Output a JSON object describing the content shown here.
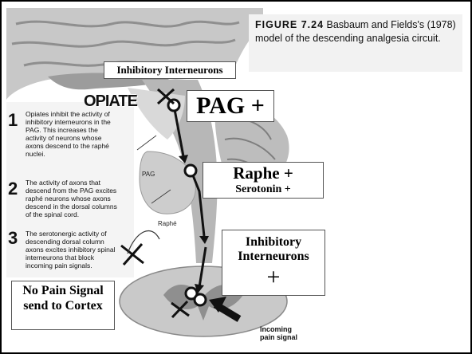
{
  "caption": {
    "figure_number": "FIGURE 7.24",
    "text": "Basbaum and Fields's (1978) model of the descending analgesia circuit."
  },
  "labels": {
    "inhibitory_top": "Inhibitory Interneurons",
    "opiate": "OPIATE",
    "pag": "PAG +",
    "raphe": "Raphe +",
    "serotonin": "Serotonin +",
    "inhibitory_right_line1": "Inhibitory",
    "inhibitory_right_line2": "Interneurons",
    "inhibitory_right_plus": "+",
    "no_pain": "No Pain Signal send to Cortex",
    "pag_small": "PAG",
    "raphe_small": "Raphé",
    "incoming": "Incoming pain signal"
  },
  "steps": [
    {
      "number": "1",
      "text": "Opiates inhibit the activity of inhibitory interneurons in the PAG. This increases the activity of neurons whose axons descend to the raphé nuclei."
    },
    {
      "number": "2",
      "text": "The activity of axons that descend from the PAG excites raphé neurons whose axons descend in the dorsal columns of the spinal cord."
    },
    {
      "number": "3",
      "text": "The serotonergic activity of descending dorsal column axons excites inhibitory spinal interneurons that block incoming pain signals."
    }
  ],
  "colors": {
    "frame": "#ffffff",
    "brain_tissue": "#cfcfcf",
    "dark_tissue": "#8a8a8a",
    "pathway": "#111111"
  }
}
